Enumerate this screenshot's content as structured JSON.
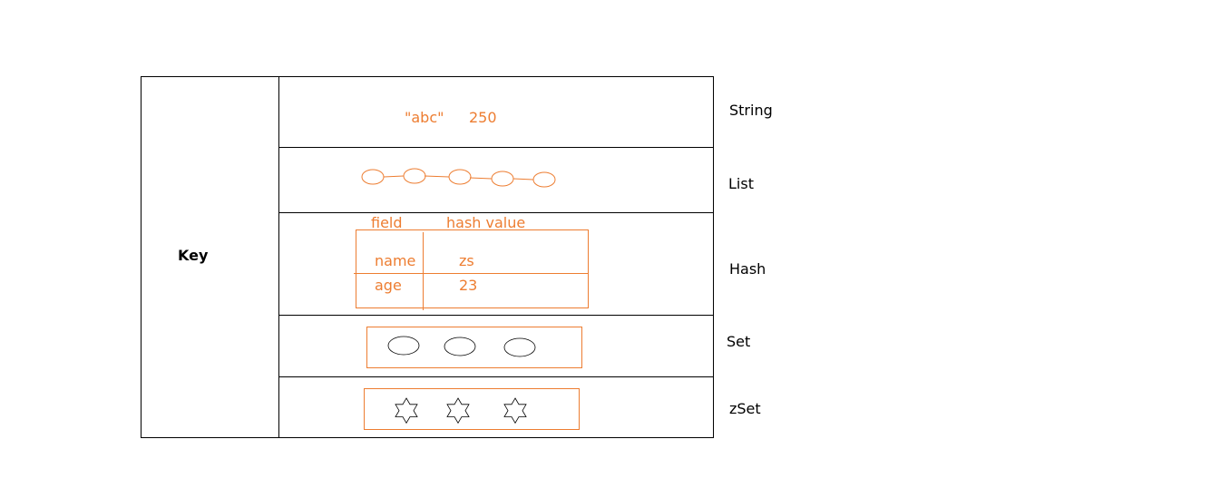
{
  "key_label": "Key",
  "accent_color": "#ed7d31",
  "string": {
    "value1": "\"abc\"",
    "value2": "250",
    "type": "String"
  },
  "list": {
    "type": "List"
  },
  "hash": {
    "header_field": "field",
    "header_value": "hash value",
    "rows": [
      {
        "field": "name",
        "value": "zs"
      },
      {
        "field": "age",
        "value": "23"
      }
    ],
    "type": "Hash"
  },
  "set": {
    "type": "Set"
  },
  "zset": {
    "type": "zSet"
  }
}
